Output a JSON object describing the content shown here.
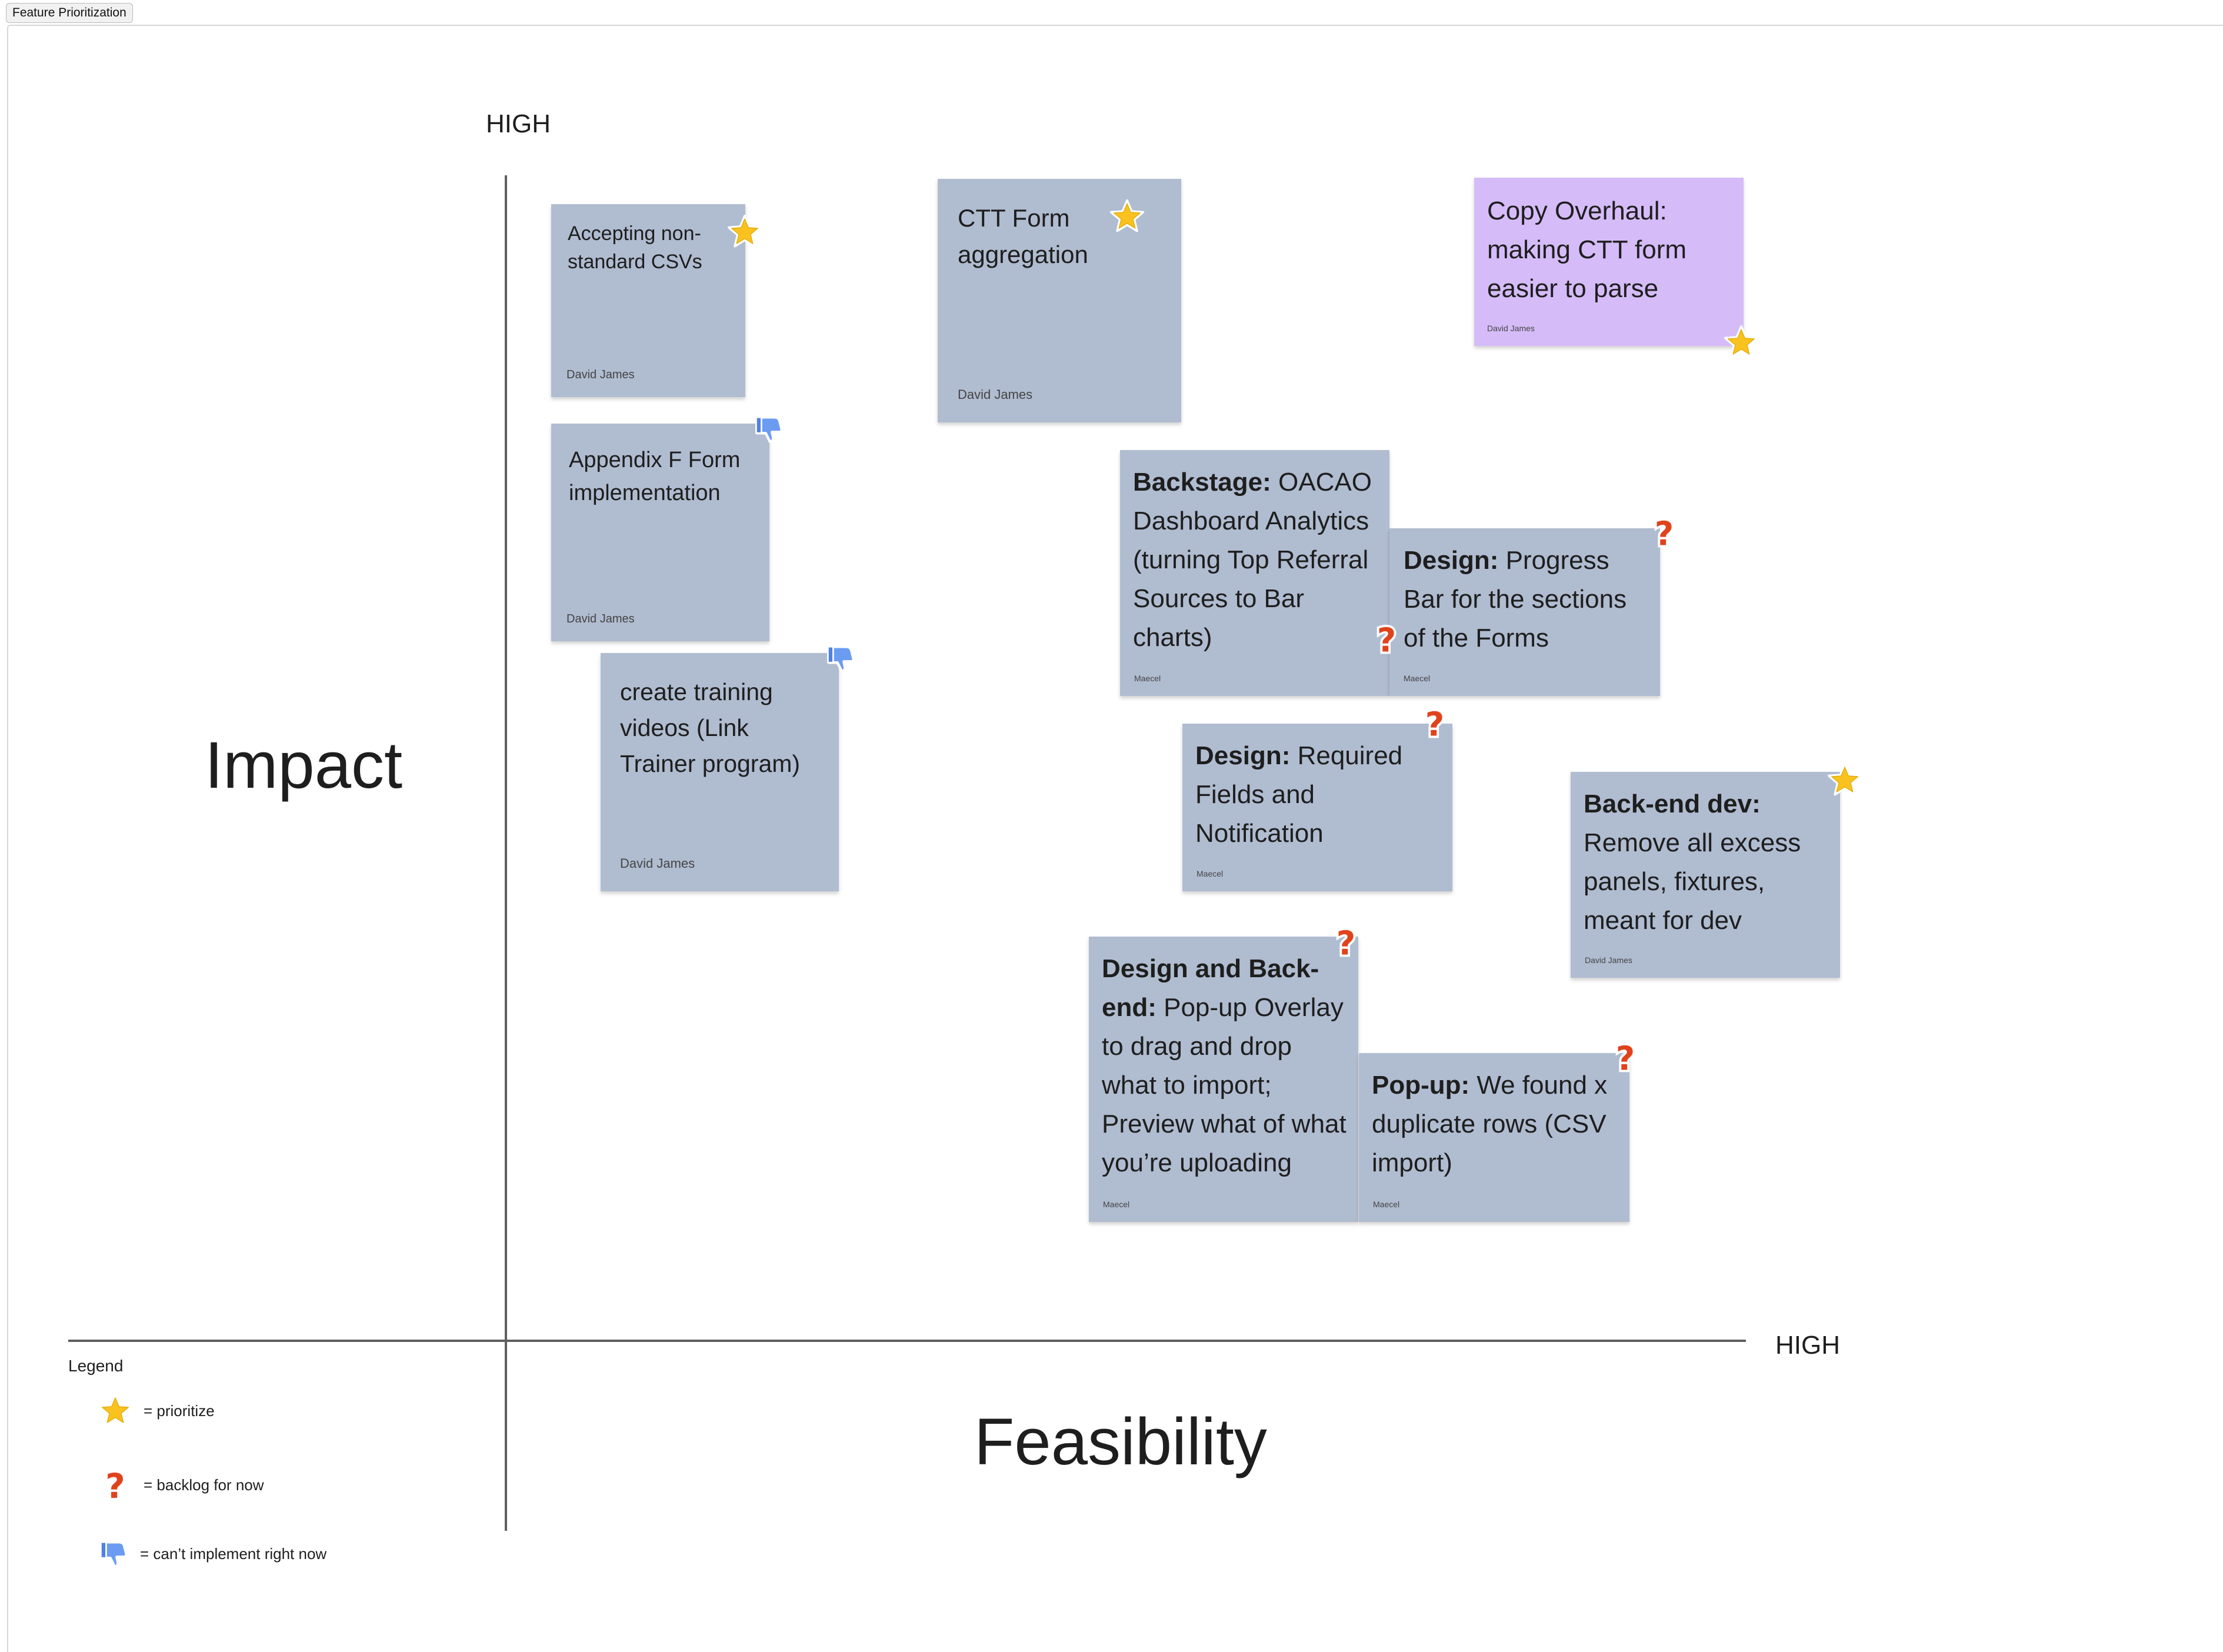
{
  "frame": {
    "title": "Feature Prioritization"
  },
  "axes": {
    "y_high": "HIGH",
    "x_high": "HIGH",
    "y_title": "Impact",
    "x_title": "Feasibility"
  },
  "notes": [
    {
      "id": "n1",
      "color": "gray",
      "bold": "",
      "text": "Accepting non-standard CSVs",
      "author": "David James",
      "sticker": "star"
    },
    {
      "id": "n2",
      "color": "gray",
      "bold": "",
      "text": "CTT Form aggregation",
      "author": "David James",
      "sticker": "star"
    },
    {
      "id": "n3",
      "color": "purple",
      "bold": "",
      "text": "Copy Overhaul: making CTT form easier to parse",
      "author": "David James",
      "sticker": "star"
    },
    {
      "id": "n4",
      "color": "gray",
      "bold": "",
      "text": "Appendix F Form implementation",
      "author": "David James",
      "sticker": "thumbs-down"
    },
    {
      "id": "n5",
      "color": "gray",
      "bold": "",
      "text": "create training videos (Link Trainer program)",
      "author": "David James",
      "sticker": "thumbs-down"
    },
    {
      "id": "n6",
      "color": "gray",
      "bold": "Backstage:",
      "text": " OACAO Dashboard Analytics (turning Top Referral Sources to Bar charts)",
      "author": "Maecel",
      "sticker": "question"
    },
    {
      "id": "n7",
      "color": "gray",
      "bold": "Design:",
      "text": " Progress Bar for the sections of the Forms",
      "author": "Maecel",
      "sticker": "question"
    },
    {
      "id": "n8",
      "color": "gray",
      "bold": "Design:",
      "text": " Required Fields and Notification",
      "author": "Maecel",
      "sticker": "question"
    },
    {
      "id": "n9",
      "color": "gray",
      "bold": "Back-end dev:",
      "text": " Remove all excess panels, fixtures, meant for dev",
      "author": "David James",
      "sticker": "star"
    },
    {
      "id": "n10",
      "color": "gray",
      "bold": "Design and Back-end:",
      "text": " Pop-up Overlay to drag and drop what to import; Preview what of what you’re uploading",
      "author": "Maecel",
      "sticker": "question"
    },
    {
      "id": "n11",
      "color": "gray",
      "bold": "Pop-up:",
      "text": " We found x duplicate rows (CSV import)",
      "author": "Maecel",
      "sticker": "question"
    }
  ],
  "legend": {
    "title": "Legend",
    "items": [
      {
        "icon": "star",
        "label": "= prioritize"
      },
      {
        "icon": "question",
        "label": "= backlog for now"
      },
      {
        "icon": "thumbs-down",
        "label": "= can’t implement right now"
      }
    ]
  },
  "colors": {
    "note_gray": "#b0bcd0",
    "note_purple": "#d5bcf8",
    "star": "#f9c21e",
    "question": "#e0431c",
    "thumbs_down": "#6b9cf2"
  }
}
